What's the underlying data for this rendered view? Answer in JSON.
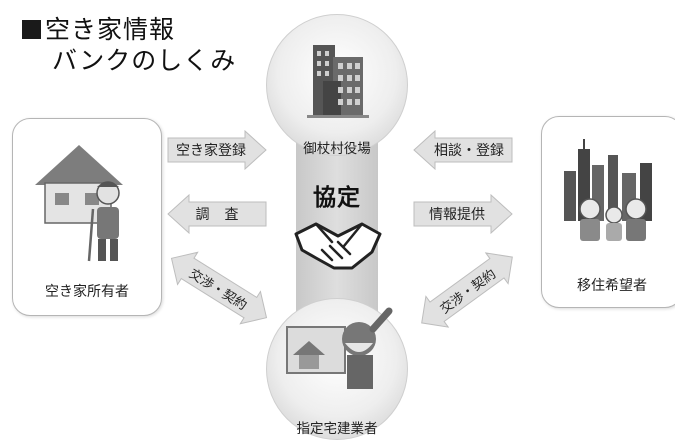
{
  "title": {
    "line1": "空き家情報",
    "line2": "バンクのしくみ"
  },
  "nodes": {
    "owner": "空き家所有者",
    "office": "御杖村役場",
    "mover": "移住希望者",
    "agent": "指定宅建業者"
  },
  "center": {
    "agreement": "協定"
  },
  "arrows": {
    "register_house": "空き家登録",
    "survey": "調査",
    "consult_register": "相談・登録",
    "info_provision": "情報提供",
    "negotiate_contract_left": "交渉・契約",
    "negotiate_contract_right": "交渉・契約"
  },
  "icons": [
    "house-icon",
    "man-icon",
    "office-building-icon",
    "city-family-icon",
    "handshake-icon",
    "realtor-icon"
  ]
}
